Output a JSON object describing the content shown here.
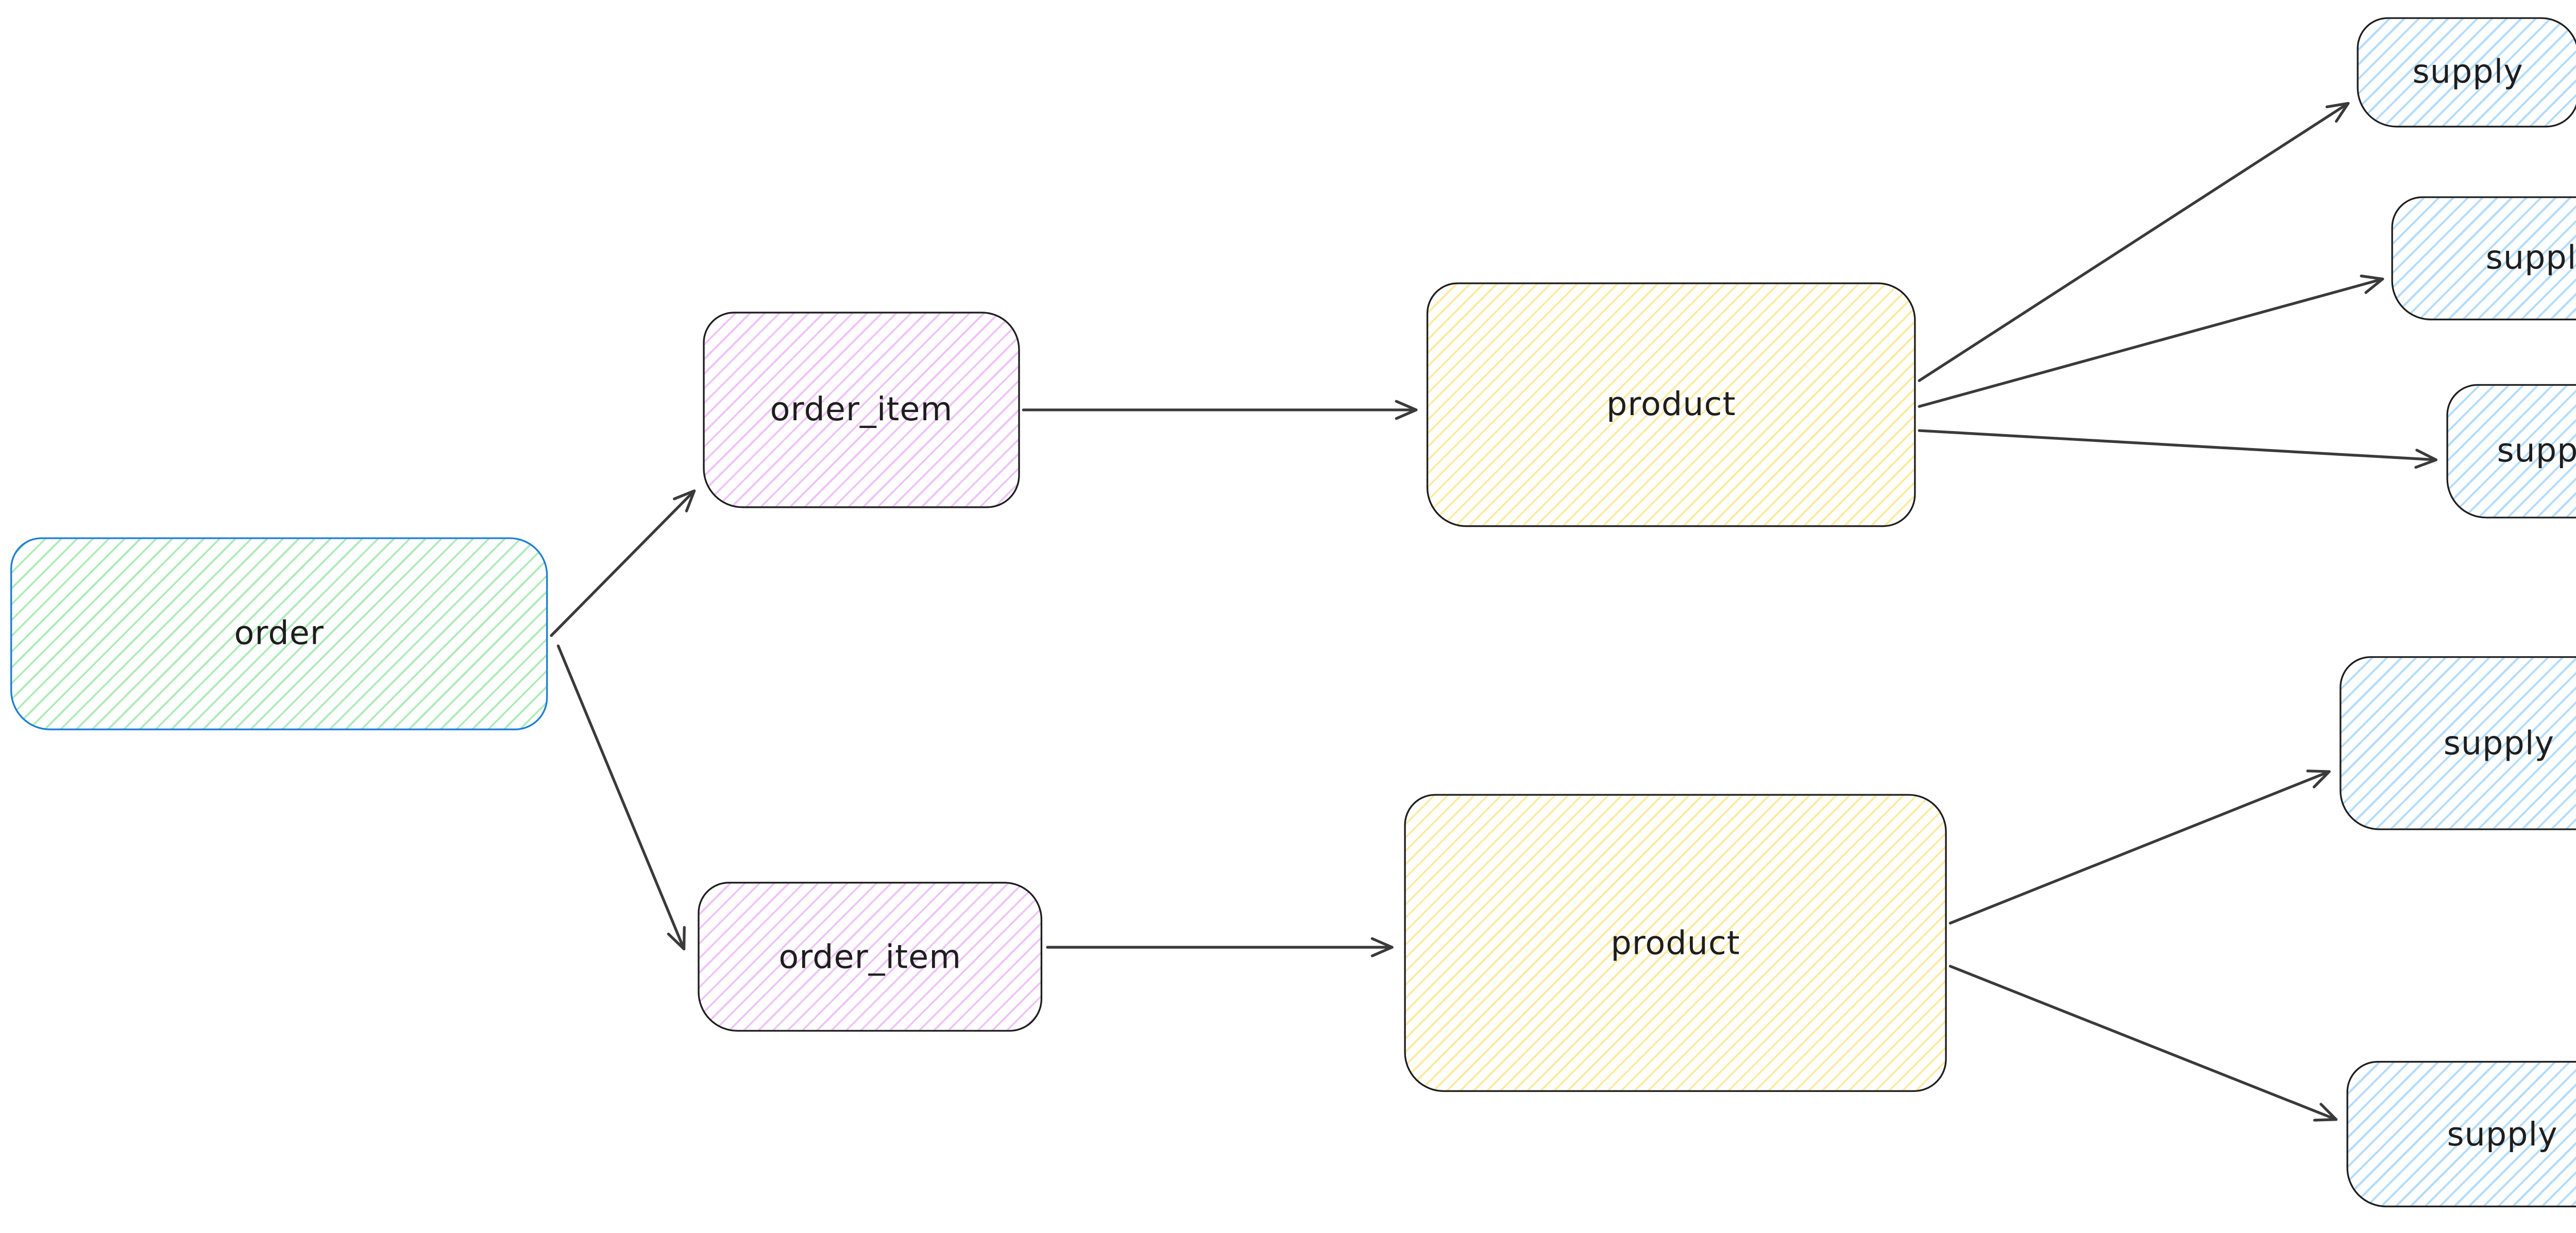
{
  "diagram": {
    "type": "entity-flow-diagram",
    "background": "#ffffff",
    "colors": {
      "arrow": "#3a3a3a",
      "node_border": "#1e1e1e",
      "order_border": "#1c7ed6",
      "green_hatch": "#69db7c",
      "purple_hatch": "#e599f7",
      "yellow_hatch": "#ffd43b",
      "blue_hatch": "#74c0fc",
      "text": "#1e1e1e"
    },
    "nodes": [
      {
        "id": "order",
        "label": "order",
        "fill": "green",
        "stroke": "#1c7ed6"
      },
      {
        "id": "order_item_top",
        "label": "order_item",
        "fill": "purple",
        "stroke": "#1e1e1e"
      },
      {
        "id": "order_item_bottom",
        "label": "order_item",
        "fill": "purple",
        "stroke": "#1e1e1e"
      },
      {
        "id": "product_top",
        "label": "product",
        "fill": "yellow",
        "stroke": "#1e1e1e"
      },
      {
        "id": "product_bottom",
        "label": "product",
        "fill": "yellow",
        "stroke": "#1e1e1e"
      },
      {
        "id": "supply_1",
        "label": "supply",
        "fill": "blue",
        "stroke": "#1e1e1e"
      },
      {
        "id": "supply_2",
        "label": "supply",
        "fill": "blue",
        "stroke": "#1e1e1e"
      },
      {
        "id": "supply_3",
        "label": "supply",
        "fill": "blue",
        "stroke": "#1e1e1e"
      },
      {
        "id": "supply_4",
        "label": "supply",
        "fill": "blue",
        "stroke": "#1e1e1e"
      },
      {
        "id": "supply_5",
        "label": "supply",
        "fill": "blue",
        "stroke": "#1e1e1e"
      }
    ],
    "edges": [
      {
        "from": "order",
        "to": "order_item_top"
      },
      {
        "from": "order",
        "to": "order_item_bottom"
      },
      {
        "from": "order_item_top",
        "to": "product_top"
      },
      {
        "from": "order_item_bottom",
        "to": "product_bottom"
      },
      {
        "from": "product_top",
        "to": "supply_1"
      },
      {
        "from": "product_top",
        "to": "supply_2"
      },
      {
        "from": "product_top",
        "to": "supply_3"
      },
      {
        "from": "product_bottom",
        "to": "supply_4"
      },
      {
        "from": "product_bottom",
        "to": "supply_5"
      }
    ]
  }
}
